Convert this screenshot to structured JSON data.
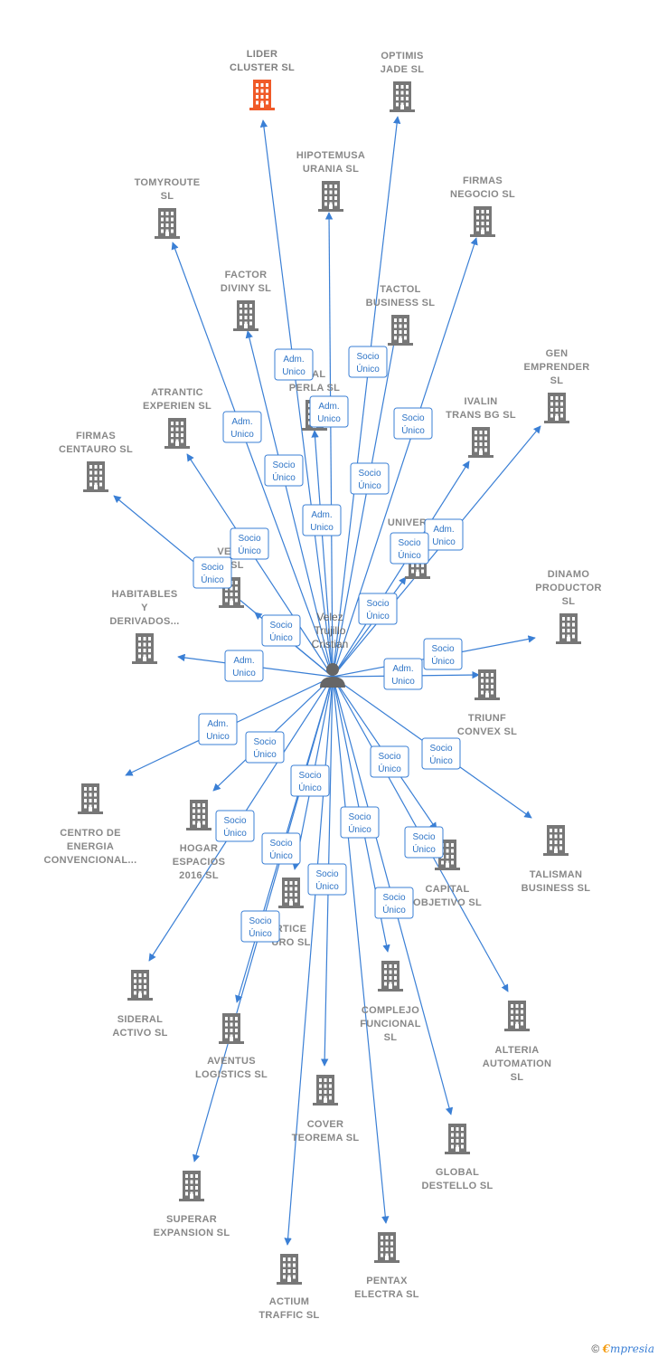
{
  "colors": {
    "edge": "#3a7fd5",
    "building": "#777777",
    "building_highlight": "#f05a28"
  },
  "person": {
    "lines": [
      "Velez",
      "Trujillo",
      "Cristian"
    ],
    "icon": "person-icon"
  },
  "companies": [
    {
      "id": "lider-cluster",
      "lines": [
        "LIDER",
        "CLUSTER  SL"
      ],
      "highlight": true
    },
    {
      "id": "optimis-jade",
      "lines": [
        "OPTIMIS",
        "JADE  SL"
      ]
    },
    {
      "id": "hipotemusa-urania",
      "lines": [
        "HIPOTEMUSA",
        "URANIA  SL"
      ]
    },
    {
      "id": "tomyroute",
      "lines": [
        "TOMYROUTE",
        "SL"
      ]
    },
    {
      "id": "firmas-negocio",
      "lines": [
        "FIRMAS",
        "NEGOCIO  SL"
      ]
    },
    {
      "id": "factor-diviny",
      "lines": [
        "FACTOR",
        "DIVINY  SL"
      ]
    },
    {
      "id": "tactol-business",
      "lines": [
        "TACTOL",
        "BUSINESS  SL"
      ]
    },
    {
      "id": "gen-emprender",
      "lines": [
        "GEN",
        "EMPRENDER",
        "SL"
      ]
    },
    {
      "id": "capital-perla",
      "lines": [
        "ITAL",
        "PERLA  SL"
      ]
    },
    {
      "id": "atrantic-experien",
      "lines": [
        "ATRANTIC",
        "EXPERIEN  SL"
      ]
    },
    {
      "id": "ivalin-trans-bg",
      "lines": [
        "IVALIN",
        "TRANS BG  SL"
      ]
    },
    {
      "id": "firmas-centauro",
      "lines": [
        "FIRMAS",
        "CENTAURO  SL"
      ]
    },
    {
      "id": "universal-suprem",
      "lines": [
        "UNIVERSAL",
        "SUPREM"
      ]
    },
    {
      "id": "vers-m",
      "lines": [
        "VERS",
        "M  SL"
      ]
    },
    {
      "id": "dinamo-productor",
      "lines": [
        "DINAMO",
        "PRODUCTOR",
        "SL"
      ]
    },
    {
      "id": "habitables-derivados",
      "lines": [
        "HABITABLES",
        "Y",
        "DERIVADOS..."
      ]
    },
    {
      "id": "triunf-convex",
      "lines": [
        "TRIUNF",
        "CONVEX  SL"
      ]
    },
    {
      "id": "centro-energia",
      "lines": [
        "CENTRO DE",
        "ENERGIA",
        "CONVENCIONAL..."
      ]
    },
    {
      "id": "hogar-espacios",
      "lines": [
        "HOGAR",
        "ESPACIOS",
        "2016  SL"
      ]
    },
    {
      "id": "talisman-business",
      "lines": [
        "TALISMAN",
        "BUSINESS  SL"
      ]
    },
    {
      "id": "capital-objetivo",
      "lines": [
        "CAPITAL",
        "OBJETIVO  SL"
      ]
    },
    {
      "id": "vertice-futuro",
      "lines": [
        "RTICE",
        "URO  SL"
      ]
    },
    {
      "id": "sideral-activo",
      "lines": [
        "SIDERAL",
        "ACTIVO  SL"
      ]
    },
    {
      "id": "complejo-funcional",
      "lines": [
        "COMPLEJO",
        "FUNCIONAL",
        "SL"
      ]
    },
    {
      "id": "aventus-logistics",
      "lines": [
        "AVENTUS",
        "LOGISTICS  SL"
      ]
    },
    {
      "id": "alteria-automation",
      "lines": [
        "ALTERIA",
        "AUTOMATION",
        "SL"
      ]
    },
    {
      "id": "cover-teorema",
      "lines": [
        "COVER",
        "TEOREMA  SL"
      ]
    },
    {
      "id": "global-destello",
      "lines": [
        "GLOBAL",
        "DESTELLO  SL"
      ]
    },
    {
      "id": "superar-expansion",
      "lines": [
        "SUPERAR",
        "EXPANSION  SL"
      ]
    },
    {
      "id": "pentax-electra",
      "lines": [
        "PENTAX",
        "ELECTRA  SL"
      ]
    },
    {
      "id": "actium-traffic",
      "lines": [
        "ACTIUM",
        "TRAFFIC  SL"
      ]
    }
  ],
  "roles": [
    {
      "lines": [
        "Adm.",
        "Unico"
      ]
    },
    {
      "lines": [
        "Adm.",
        "Unico"
      ]
    },
    {
      "lines": [
        "Socio",
        "Único"
      ]
    },
    {
      "lines": [
        "Adm.",
        "Unico"
      ]
    },
    {
      "lines": [
        "Socio",
        "Único"
      ]
    },
    {
      "lines": [
        "Socio",
        "Único"
      ]
    },
    {
      "lines": [
        "Socio",
        "Único"
      ]
    },
    {
      "lines": [
        "Adm.",
        "Unico"
      ]
    },
    {
      "lines": [
        "Socio",
        "Único"
      ]
    },
    {
      "lines": [
        "Socio",
        "Único"
      ]
    },
    {
      "lines": [
        "Adm.",
        "Unico"
      ]
    },
    {
      "lines": [
        "Socio",
        "Único"
      ]
    },
    {
      "lines": [
        "Socio",
        "Único"
      ]
    },
    {
      "lines": [
        "Socio",
        "Único"
      ]
    },
    {
      "lines": [
        "Adm.",
        "Unico"
      ]
    },
    {
      "lines": [
        "Socio",
        "Único"
      ]
    },
    {
      "lines": [
        "Adm.",
        "Unico"
      ]
    },
    {
      "lines": [
        "Adm.",
        "Unico"
      ]
    },
    {
      "lines": [
        "Socio",
        "Único"
      ]
    },
    {
      "lines": [
        "Socio",
        "Único"
      ]
    },
    {
      "lines": [
        "Socio",
        "Único"
      ]
    },
    {
      "lines": [
        "Socio",
        "Único"
      ]
    },
    {
      "lines": [
        "Socio",
        "Único"
      ]
    },
    {
      "lines": [
        "Socio",
        "Único"
      ]
    },
    {
      "lines": [
        "Socio",
        "Único"
      ]
    },
    {
      "lines": [
        "Socio",
        "Único"
      ]
    },
    {
      "lines": [
        "Socio",
        "Único"
      ]
    },
    {
      "lines": [
        "Socio",
        "Único"
      ]
    },
    {
      "lines": [
        "Socio",
        "Único"
      ]
    }
  ],
  "footer": {
    "copyright": "©",
    "brand_first": "€",
    "brand_rest": "mpresia"
  }
}
